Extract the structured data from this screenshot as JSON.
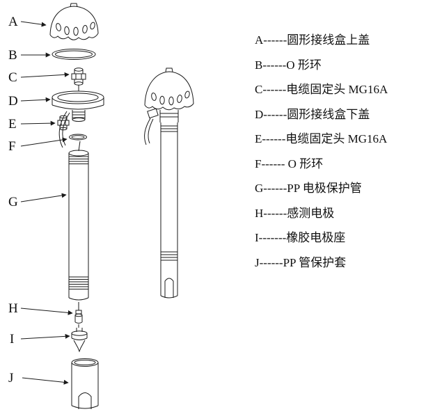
{
  "diagram": {
    "part_labels": [
      "A",
      "B",
      "C",
      "D",
      "E",
      "F",
      "G",
      "H",
      "I",
      "J"
    ]
  },
  "legend": {
    "items": [
      "A------圆形接线盒上盖",
      "B------O 形环",
      "C------电缆固定头 MG16A",
      "D------圆形接线盒下盖",
      "E------电缆固定头 MG16A",
      "F------ O 形环",
      "G------PP 电极保护管",
      "H------感测电极",
      "I-------橡胶电极座",
      "J------PP 管保护套"
    ]
  }
}
